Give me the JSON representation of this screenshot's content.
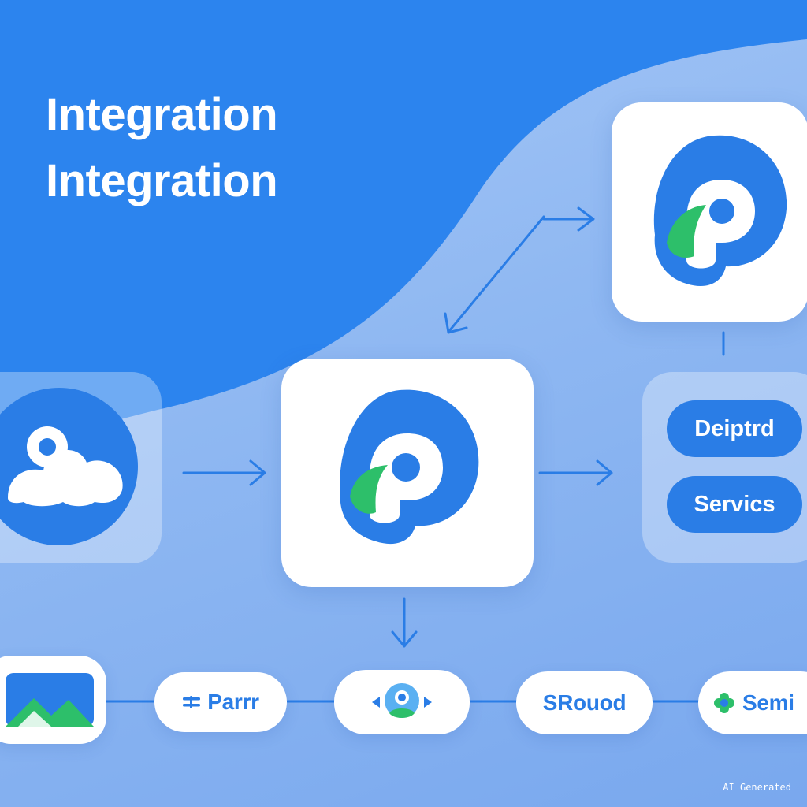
{
  "title": {
    "line1": "Integration",
    "line2": "Integration"
  },
  "colors": {
    "primary_blue": "#2a7de6",
    "green": "#2dbf6a",
    "background": "#8fb8f2",
    "white": "#ffffff"
  },
  "nodes": {
    "source_icon": "cloud-camera-icon",
    "center_icon": "p-logo-icon",
    "top_right_icon": "p-logo-icon",
    "services_box": {
      "button1": "Deiptrd",
      "button2": "Servics"
    }
  },
  "bottom_row": [
    {
      "icon": "landscape-image-icon",
      "label": ""
    },
    {
      "icon": "equals-icon",
      "label": "Parrr"
    },
    {
      "icon": "avatar-carousel-icon",
      "label": ""
    },
    {
      "icon": "",
      "label": "SRouod"
    },
    {
      "icon": "green-flower-icon",
      "label": "Semi"
    }
  ],
  "watermark": "AI Generated"
}
